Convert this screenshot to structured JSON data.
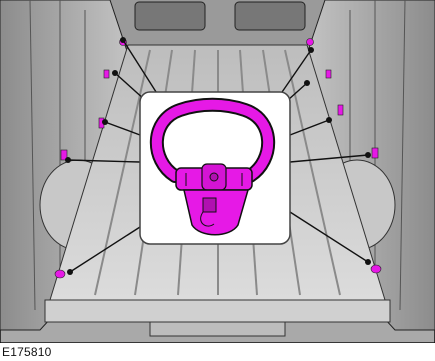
{
  "figure": {
    "id_label": "E175810",
    "subject": "tie-down-anchor-points",
    "callout_count": 10,
    "highlight_color": "#e619e6",
    "line_color": "#111111",
    "floor_color": "#d6d6d6",
    "inset_bg": "#ffffff"
  }
}
